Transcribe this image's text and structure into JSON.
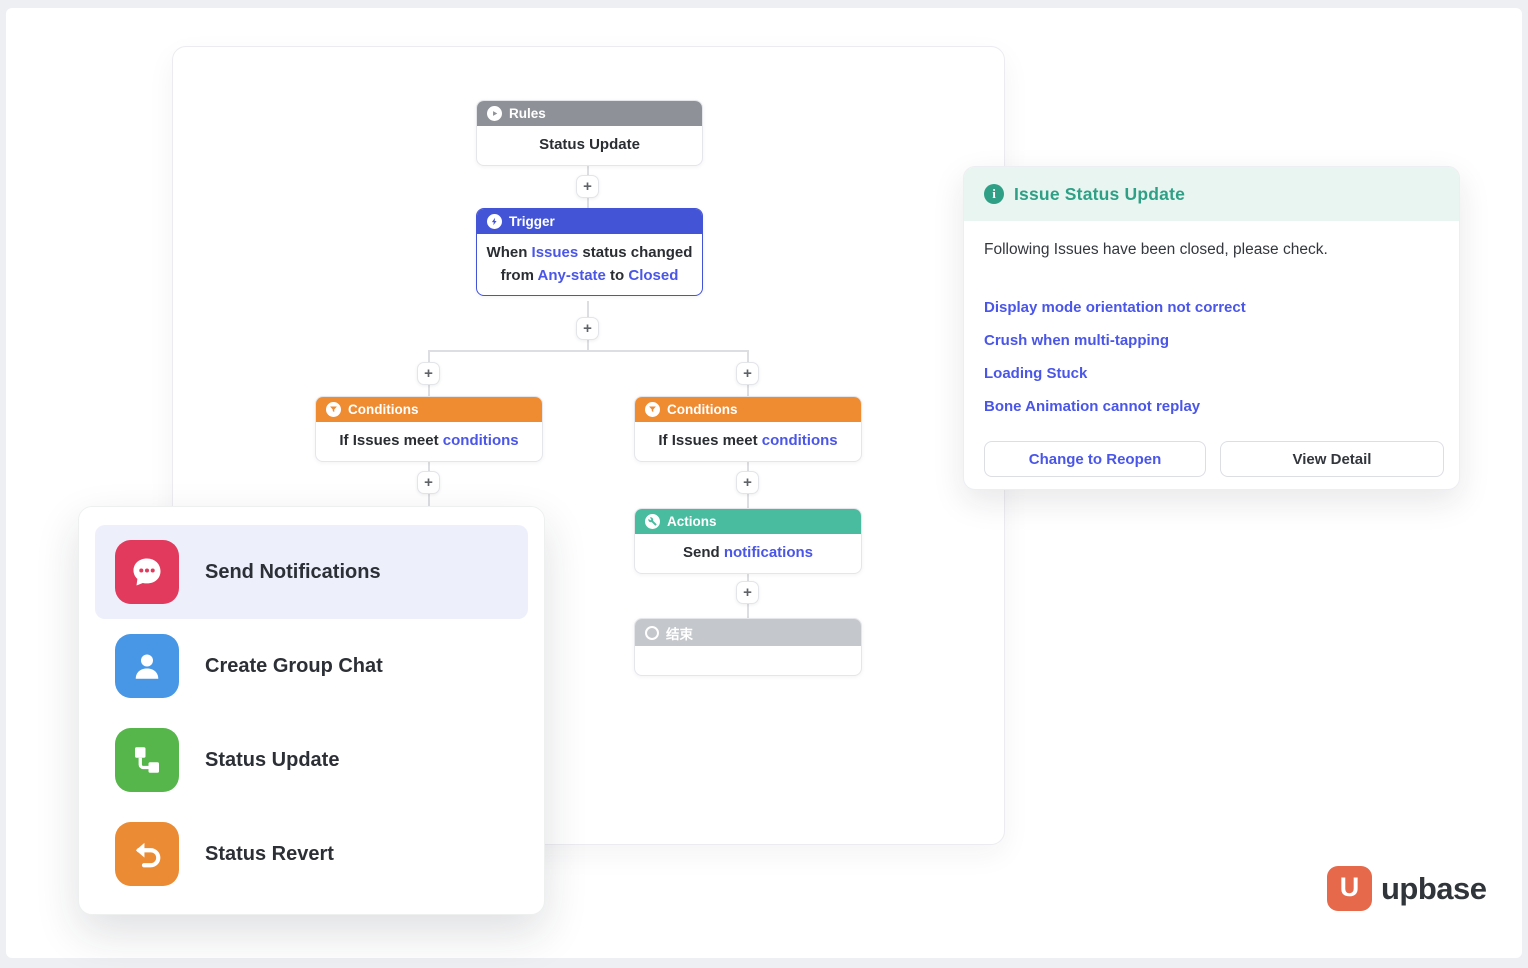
{
  "brand": {
    "name": "upbase",
    "mark_letter": "U",
    "mark_color": "#e5694a"
  },
  "flow": {
    "plus_label": "+",
    "rules": {
      "header": "Rules",
      "body": "Status Update",
      "icon": "play-icon",
      "header_color": "#8e9298"
    },
    "trigger": {
      "header": "Trigger",
      "icon": "lightning-icon",
      "header_color": "#4354d7",
      "when": "When ",
      "entity": "Issues",
      "mid": " status changed",
      "from": "from ",
      "from_state": "Any-state",
      "to": " to ",
      "to_state": "Closed"
    },
    "conditions_left": {
      "header": "Conditions",
      "icon": "funnel-icon",
      "header_color": "#ef8b31",
      "text": "If Issues meet ",
      "link": "conditions"
    },
    "conditions_right": {
      "header": "Conditions",
      "icon": "funnel-icon",
      "header_color": "#ef8b31",
      "text": "If Issues meet ",
      "link": "conditions"
    },
    "actions": {
      "header": "Actions",
      "icon": "wrench-icon",
      "header_color": "#49bca0",
      "text": "Send ",
      "link": "notifications"
    },
    "end": {
      "header": "结束",
      "icon": "ring-icon",
      "header_color": "#c4c7cb"
    }
  },
  "menu": {
    "items": [
      {
        "label": "Send Notifications",
        "icon": "chat-bubble-icon",
        "color": "#e23a5c",
        "selected": true
      },
      {
        "label": "Create Group Chat",
        "icon": "person-icon",
        "color": "#4897e6",
        "selected": false
      },
      {
        "label": "Status Update",
        "icon": "status-flow-icon",
        "color": "#57b64b",
        "selected": false
      },
      {
        "label": "Status Revert",
        "icon": "undo-arrow-icon",
        "color": "#eb8c34",
        "selected": false
      }
    ]
  },
  "notification": {
    "icon": "info-icon",
    "title": "Issue Status Update",
    "title_color": "#2f9f85",
    "message": "Following Issues have been closed, please check.",
    "issues": [
      "Display mode orientation not correct",
      "Crush when multi-tapping",
      "Loading Stuck",
      "Bone Animation cannot replay"
    ],
    "primary_button": "Change to Reopen",
    "secondary_button": "View Detail",
    "link_color": "#4a56e8"
  }
}
